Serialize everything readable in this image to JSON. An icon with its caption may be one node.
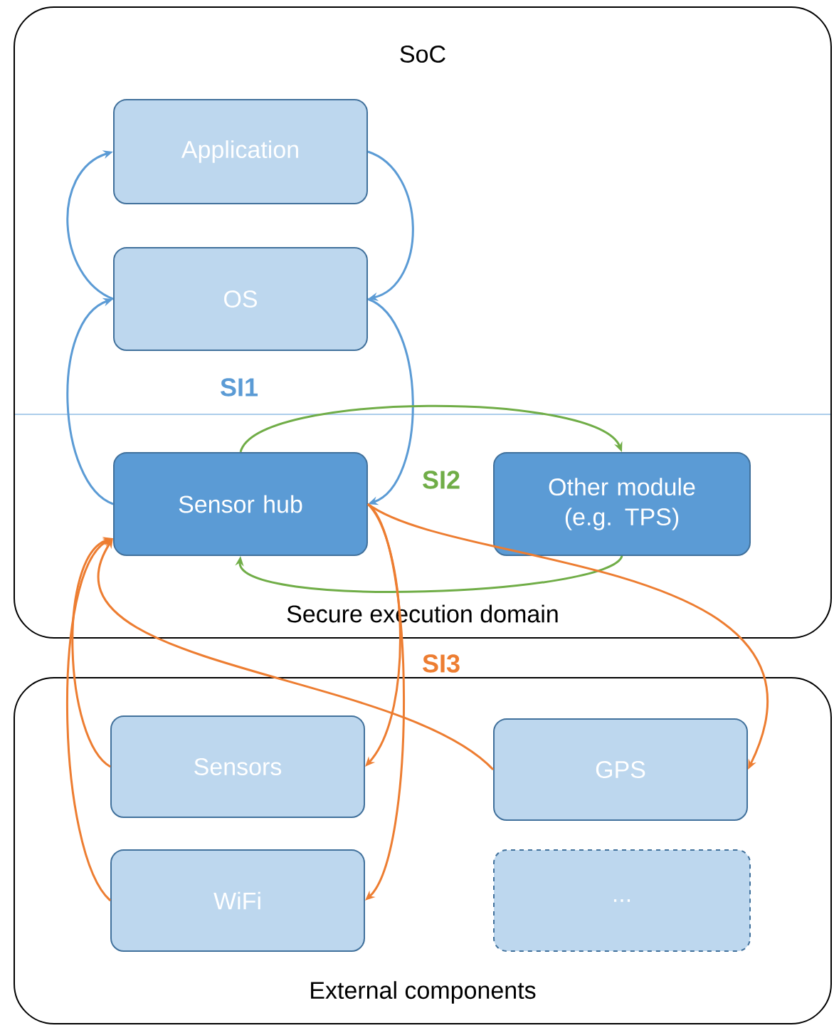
{
  "diagram": {
    "nodes": [
      {
        "text": [
          "SoC",
          "Secure execution domain"
        ]
      },
      {
        "text": [
          "Application"
        ],
        "in": 0
      },
      {
        "text": [
          "OS"
        ],
        "in": 0
      },
      {
        "text": [
          "Sensor hub"
        ],
        "in": 0
      },
      {
        "text": [
          "Other module (e.g. TPS)"
        ],
        "in": 0
      },
      {
        "text": [
          "External components"
        ]
      },
      {
        "text": [
          "Sensors"
        ],
        "in": 5
      },
      {
        "text": [
          "GPS"
        ],
        "in": 5
      },
      {
        "text": [
          "WiFi"
        ],
        "in": 5
      },
      {
        "text": [
          "..."
        ],
        "in": 5
      }
    ],
    "edges": [
      {
        "from": 3,
        "to": 2,
        "arrow": "to",
        "color": "#5b9bd5"
      },
      {
        "from": 2,
        "to": 1,
        "arrow": "to",
        "color": "#5b9bd5"
      },
      {
        "from": 1,
        "to": 2,
        "arrow": "to",
        "color": "#5b9bd5"
      },
      {
        "from": 2,
        "to": 3,
        "arrow": "to",
        "color": "#5b9bd5"
      },
      {
        "from": 3,
        "to": 4,
        "arrow": "to",
        "color": "#70ad47"
      },
      {
        "from": 4,
        "to": 3,
        "arrow": "to",
        "color": "#70ad47"
      },
      {
        "from": 6,
        "to": 3,
        "arrow": "to",
        "color": "#ed7d31"
      },
      {
        "from": 8,
        "to": 3,
        "arrow": "to",
        "color": "#ed7d31"
      },
      {
        "from": 3,
        "to": 6,
        "arrow": "to",
        "color": "#ed7d31"
      },
      {
        "from": 3,
        "to": 8,
        "arrow": "to",
        "color": "#ed7d31"
      },
      {
        "from": 3,
        "to": 7,
        "arrow": "to",
        "color": "#ed7d31"
      },
      {
        "from": 7,
        "to": 3,
        "arrow": "to",
        "color": "#ed7d31"
      }
    ],
    "labels": [
      "SI1",
      "SI2",
      "SI3"
    ]
  }
}
